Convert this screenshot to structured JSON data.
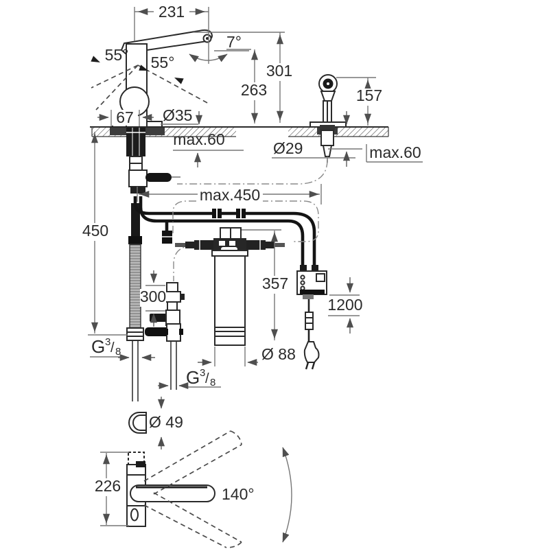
{
  "drawing": {
    "kind": "faucet-installation-dimension-drawing",
    "units": "mm",
    "colors": {
      "background": "#ffffff",
      "object_line": "#2a2a2a",
      "dimension_line": "#767676",
      "text": "#2b2b2b",
      "hose": "#141414"
    }
  },
  "annotations": {
    "spout_reach": "231",
    "spout_tilt": "7°",
    "handle_swing_left": "55°",
    "handle_swing_right": "55°",
    "height_to_spout_top": "301",
    "height_to_aerator": "263",
    "base_depth": "67",
    "faucet_hole_diameter": "Ø35",
    "deck_thickness_faucet": "max.60",
    "spray_hole_diameter": "Ø29",
    "deck_thickness_spray": "max.60",
    "spray_height": "157",
    "hose_reach": "max.450",
    "supply_hose_length": "450",
    "connection_height": "300",
    "filter_height": "357",
    "power_cord_length": "1200",
    "filter_diameter": "Ø 88",
    "spray_grip_diameter": "Ø 49",
    "swivel_clearance": "226",
    "swivel_angle": "140°",
    "thread_supply": {
      "prefix": "G",
      "sup": "3",
      "slash": "/",
      "sub": "8"
    },
    "thread_filter": {
      "prefix": "G",
      "sup": "3",
      "slash": "/",
      "sub": "8"
    }
  }
}
